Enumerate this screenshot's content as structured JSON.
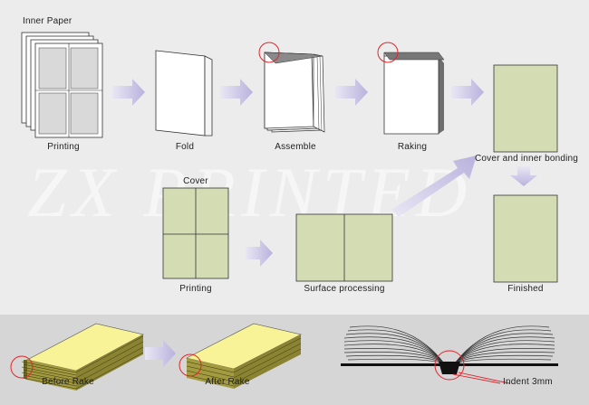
{
  "diagram": {
    "watermark": "ZX PRINTED",
    "steps": {
      "inner_paper": "Inner Paper",
      "printing_top": "Printing",
      "fold": "Fold",
      "assemble": "Assemble",
      "raking": "Raking",
      "cover_inner_bonding": "Cover and inner bonding",
      "cover": "Cover",
      "printing_cover": "Printing",
      "surface_processing": "Surface processing",
      "finished": "Finished"
    },
    "rake_comparison": {
      "before_rake": "Before Rake",
      "after_rake": "After Rake"
    },
    "indent": {
      "label": "Indent 3mm"
    },
    "colors": {
      "background": "#ececec",
      "bottom_panel": "#d6d6d6",
      "cover_green": "#d4dcb4",
      "sheet_gray": "#d9d9d9",
      "arrow": "#c9c3e3",
      "highlight_red": "#e0262c",
      "book_yellow": "#f7f396",
      "book_edge": "#8a8432"
    }
  }
}
